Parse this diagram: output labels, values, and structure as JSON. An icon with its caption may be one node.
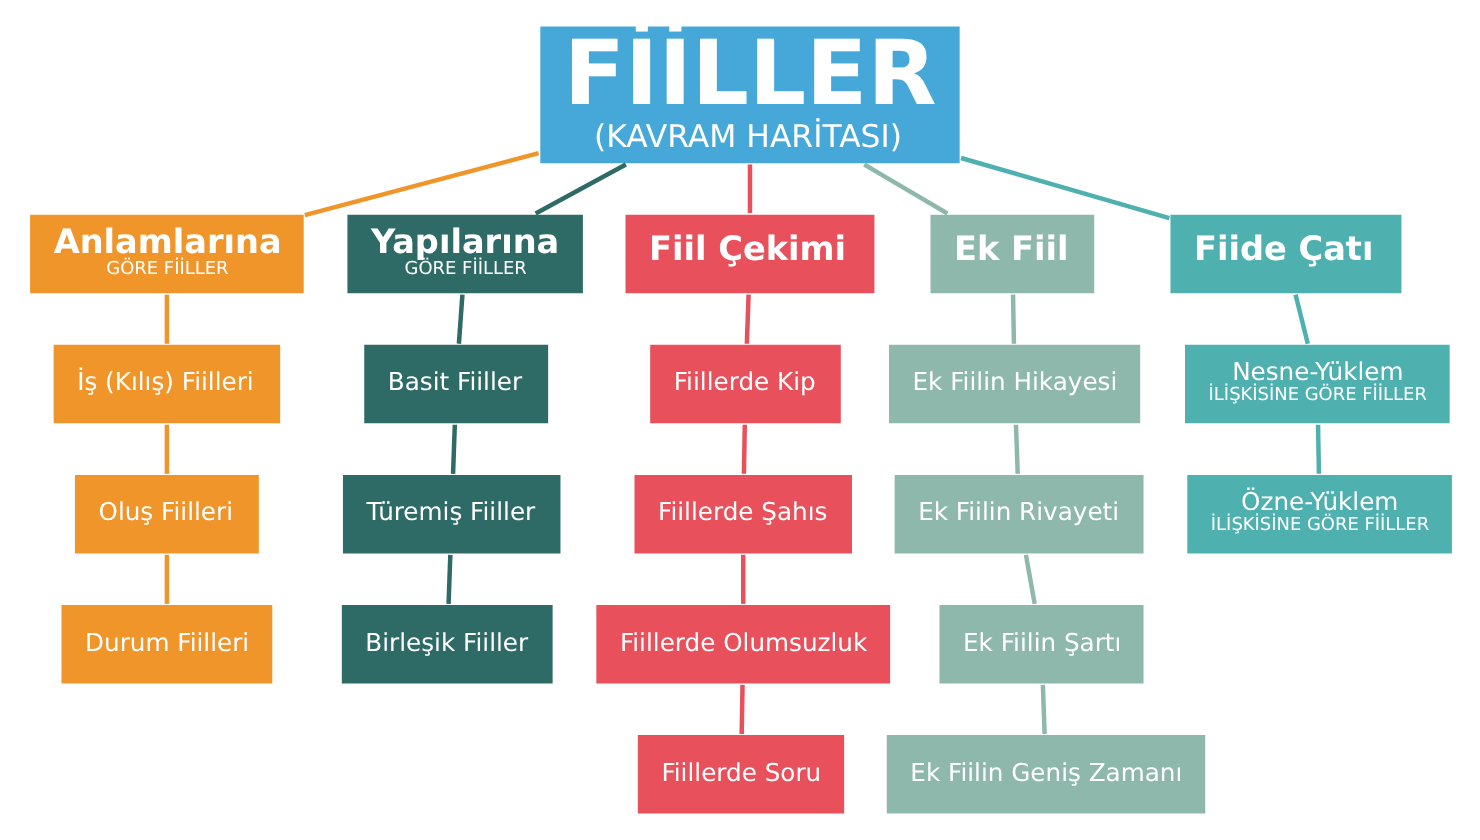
{
  "diagram": {
    "nodes": [
      {
        "text": [
          "FİİLLER",
          "(KAVRAM HARİTASI)"
        ]
      },
      {
        "text": [
          "Anlamlarına",
          "GÖRE FİİLLER"
        ]
      },
      {
        "text": [
          "İş (Kılış) Fiilleri"
        ]
      },
      {
        "text": [
          "Oluş Fiilleri"
        ]
      },
      {
        "text": [
          "Durum Fiilleri"
        ]
      },
      {
        "text": [
          "Yapılarına",
          "GÖRE FİİLLER"
        ]
      },
      {
        "text": [
          "Basit Fiiller"
        ]
      },
      {
        "text": [
          "Türemiş Fiiller"
        ]
      },
      {
        "text": [
          "Birleşik Fiiller"
        ]
      },
      {
        "text": [
          "Fiil Çekimi"
        ]
      },
      {
        "text": [
          "Fiillerde Kip"
        ]
      },
      {
        "text": [
          "Fiillerde Şahıs"
        ]
      },
      {
        "text": [
          "Fiillerde Olumsuzluk"
        ]
      },
      {
        "text": [
          "Fiillerde Soru"
        ]
      },
      {
        "text": [
          "Ek Fiil"
        ]
      },
      {
        "text": [
          "Ek Fiilin Hikayesi"
        ]
      },
      {
        "text": [
          "Ek Fiilin Rivayeti"
        ]
      },
      {
        "text": [
          "Ek Fiilin Şartı"
        ]
      },
      {
        "text": [
          "Ek Fiilin Geniş Zamanı"
        ]
      },
      {
        "text": [
          "Fiide Çatı"
        ]
      },
      {
        "text": [
          "Nesne-Yüklem",
          "İLİŞKİSİNE GÖRE FİİLLER"
        ]
      },
      {
        "text": [
          "Özne-Yüklem",
          "İLİŞKİSİNE GÖRE FİİLLER"
        ]
      }
    ],
    "edges": [
      {
        "from": 0,
        "to": 1,
        "arrow": "none",
        "color": "#f0952a"
      },
      {
        "from": 1,
        "to": 2,
        "arrow": "none",
        "color": "#f0952a"
      },
      {
        "from": 2,
        "to": 3,
        "arrow": "none",
        "color": "#f0952a"
      },
      {
        "from": 3,
        "to": 4,
        "arrow": "none",
        "color": "#f0952a"
      },
      {
        "from": 0,
        "to": 5,
        "arrow": "none",
        "color": "#2e6b66"
      },
      {
        "from": 5,
        "to": 6,
        "arrow": "none",
        "color": "#2e6b66"
      },
      {
        "from": 6,
        "to": 7,
        "arrow": "none",
        "color": "#2e6b66"
      },
      {
        "from": 7,
        "to": 8,
        "arrow": "none",
        "color": "#2e6b66"
      },
      {
        "from": 0,
        "to": 9,
        "arrow": "none",
        "color": "#e8505b"
      },
      {
        "from": 9,
        "to": 10,
        "arrow": "none",
        "color": "#e8505b"
      },
      {
        "from": 10,
        "to": 11,
        "arrow": "none",
        "color": "#e8505b"
      },
      {
        "from": 11,
        "to": 12,
        "arrow": "none",
        "color": "#e8505b"
      },
      {
        "from": 12,
        "to": 13,
        "arrow": "none",
        "color": "#e8505b"
      },
      {
        "from": 0,
        "to": 14,
        "arrow": "none",
        "color": "#8fb8ac"
      },
      {
        "from": 14,
        "to": 15,
        "arrow": "none",
        "color": "#8fb8ac"
      },
      {
        "from": 15,
        "to": 16,
        "arrow": "none",
        "color": "#8fb8ac"
      },
      {
        "from": 16,
        "to": 17,
        "arrow": "none",
        "color": "#8fb8ac"
      },
      {
        "from": 17,
        "to": 18,
        "arrow": "none",
        "color": "#8fb8ac"
      },
      {
        "from": 0,
        "to": 19,
        "arrow": "none",
        "color": "#4fb0b0"
      },
      {
        "from": 19,
        "to": 20,
        "arrow": "none",
        "color": "#4fb0b0"
      },
      {
        "from": 20,
        "to": 21,
        "arrow": "none",
        "color": "#4fb0b0"
      }
    ]
  }
}
